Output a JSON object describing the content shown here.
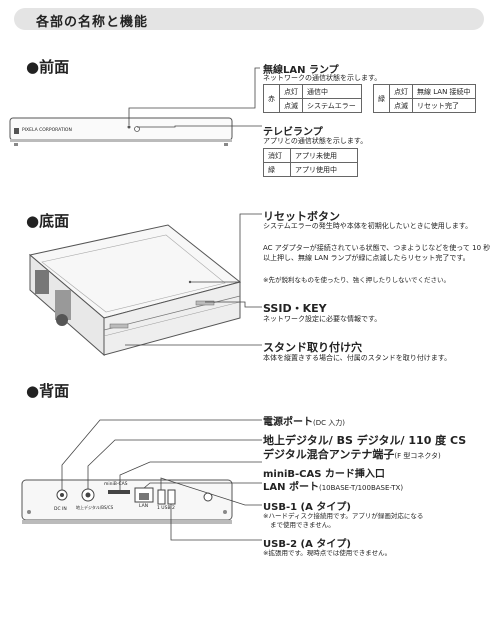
{
  "header": {
    "title": "各部の名称と機能"
  },
  "front": {
    "section": "●前面",
    "brand": "PIXELA CORPORATION",
    "wifi_lamp": {
      "label": "無線LAN ランプ",
      "desc": "ネットワークの通信状態を示します。",
      "red": {
        "color_label": "赤",
        "rows": [
          [
            "点灯",
            "通信中"
          ],
          [
            "点滅",
            "システムエラー"
          ]
        ]
      },
      "green": {
        "color_label": "緑",
        "rows": [
          [
            "点灯",
            "無線 LAN 接続中"
          ],
          [
            "点滅",
            "リセット完了"
          ]
        ]
      }
    },
    "tv_lamp": {
      "label": "テレビランプ",
      "desc": "アプリとの通信状態を示します。",
      "rows": [
        [
          "消灯",
          "アプリ未使用"
        ],
        [
          "緑",
          "アプリ使用中"
        ]
      ]
    }
  },
  "bottom": {
    "section": "●底面",
    "reset": {
      "label": "リセットボタン",
      "desc1": "システムエラーの発生時や本体を初期化したいときに使用します。",
      "desc2": "AC アダプターが接続されている状態で、つまようじなどを使って 10 秒以上押し、無線 LAN ランプが緑に点滅したらリセット完了です。",
      "note": "※先が鋭利なものを使ったり、強く押したりしないでください。"
    },
    "ssid": {
      "label": "SSID・KEY",
      "desc": "ネットワーク設定に必要な情報です。"
    },
    "stand": {
      "label": "スタンド取り付け穴",
      "desc": "本体を縦置きする場合に、付属のスタンドを取り付けます。"
    }
  },
  "back": {
    "section": "●背面",
    "port_labels": {
      "dc": "DC IN",
      "ant": "地上デジタル/BS/CS",
      "bcas": "miniB-CAS",
      "lan": "LAN",
      "usb": "1 USB 2"
    },
    "power": {
      "label": "電源ポート",
      "suffix": "(DC 入力)"
    },
    "antenna": {
      "line1": "地上デジタル/ BS デジタル/ 110 度 CS",
      "line2": "デジタル混合アンテナ端子",
      "suffix": "(F 型コネクタ)"
    },
    "bcas_slot": {
      "label": "miniB-CAS カード挿入口"
    },
    "lan_port": {
      "label": "LAN ポート",
      "suffix": "(10BASE-T/100BASE-TX)"
    },
    "usb1": {
      "label": "USB-1 (A タイプ)",
      "note1": "※ハードディスク接続用です。アプリが録画対応になる",
      "note2": "まで使用できません。"
    },
    "usb2": {
      "label": "USB-2 (A タイプ)",
      "note": "※拡張用です。現時点では使用できません。"
    }
  }
}
